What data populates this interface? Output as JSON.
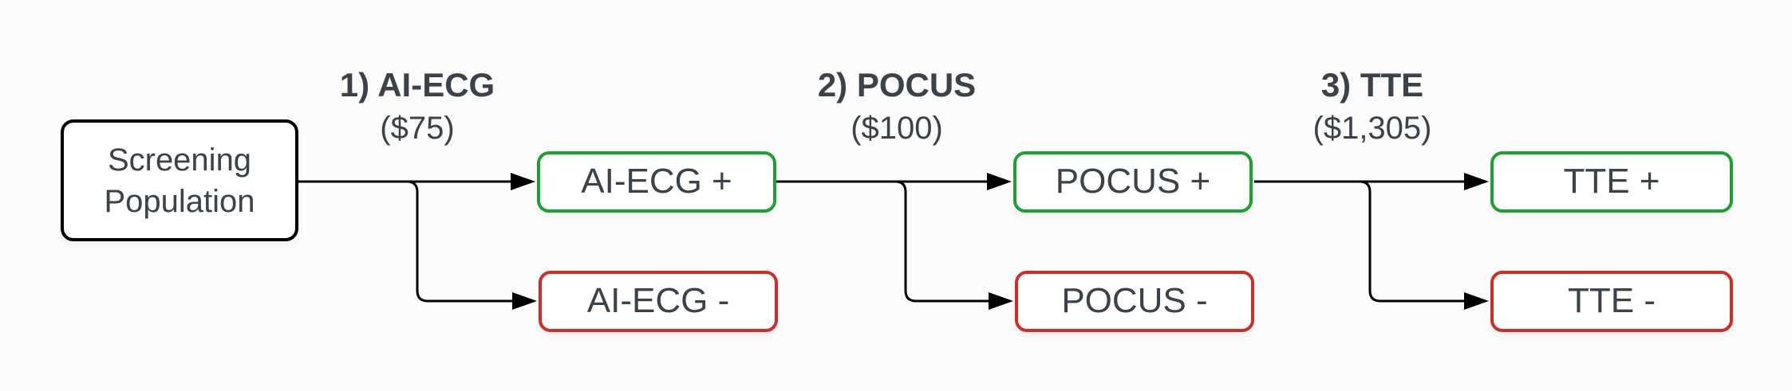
{
  "flowchart": {
    "start": {
      "label": "Screening Population"
    },
    "stages": [
      {
        "step_label": "1) AI-ECG",
        "cost": "($75)",
        "positive_label": "AI-ECG +",
        "negative_label": "AI-ECG -"
      },
      {
        "step_label": "2) POCUS",
        "cost": "($100)",
        "positive_label": "POCUS +",
        "negative_label": "POCUS -"
      },
      {
        "step_label": "3) TTE",
        "cost": "($1,305)",
        "positive_label": "TTE +",
        "negative_label": "TTE -"
      }
    ],
    "colors": {
      "positive_border": "#1f9e32",
      "negative_border": "#d02d28",
      "start_border": "#000000",
      "text": "#3b424a",
      "connector": "#000000"
    }
  }
}
